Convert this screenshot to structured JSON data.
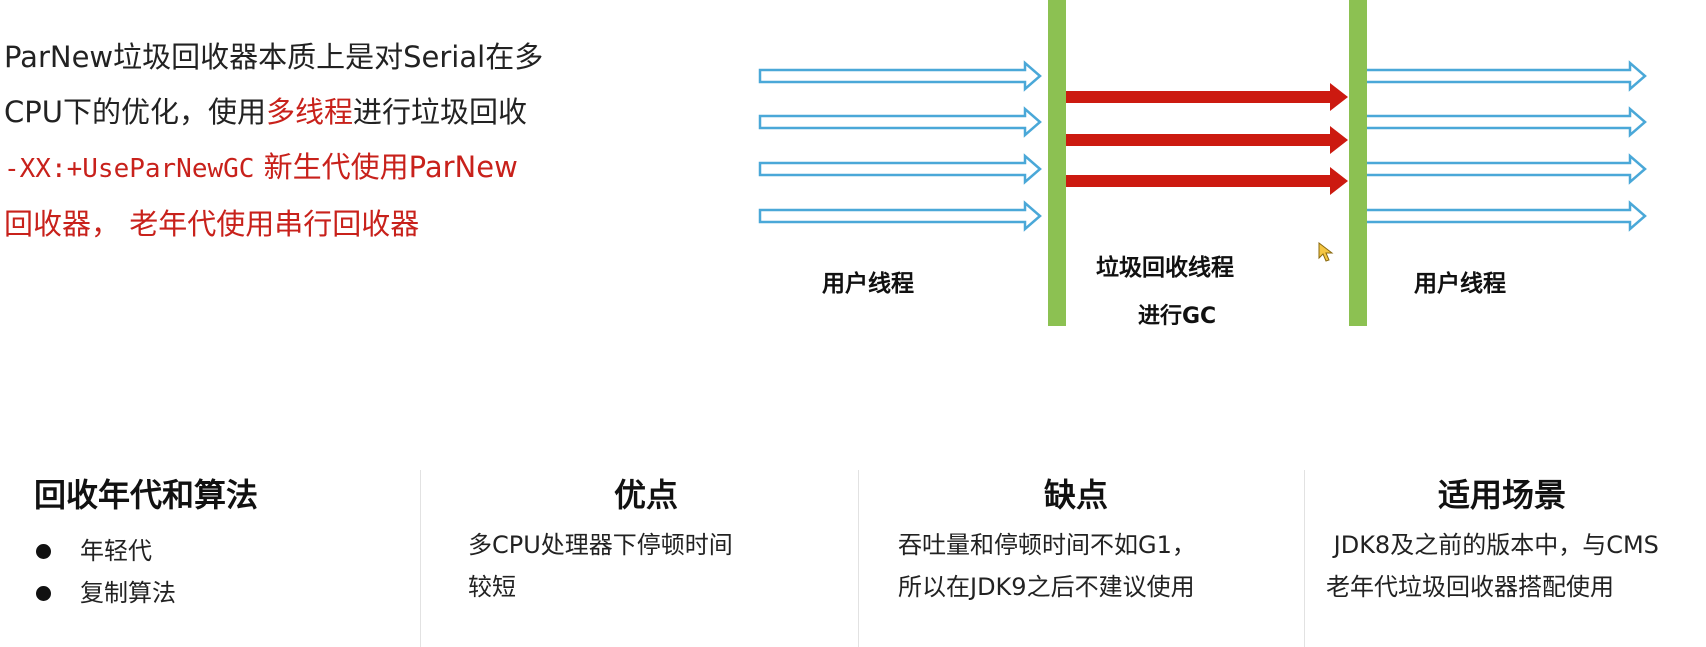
{
  "intro": {
    "line1": "ParNew垃圾回收器本质上是对Serial在多",
    "line2_a": "CPU下的优化，使用",
    "line2_b": "多线程",
    "line2_c": "进行垃圾回收",
    "line3_a": "-XX:+UseParNewGC",
    "line3_b": " 新生代使用ParNew",
    "line4": "回收器，  老年代使用串行回收器"
  },
  "diagram": {
    "user_threads_left": "用户线程",
    "gc_threads_line1": "垃圾回收线程",
    "gc_threads_line2": "进行GC",
    "user_threads_right": "用户线程",
    "colors": {
      "user_arrow": "#4aa8d8",
      "gc_arrow": "#cc1a10",
      "bar": "#8cc152"
    }
  },
  "table": {
    "columns": [
      {
        "title": "回收年代和算法",
        "bullets": [
          "年轻代",
          "复制算法"
        ]
      },
      {
        "title": "优点",
        "lines": [
          "多CPU处理器下停顿时间",
          "较短"
        ]
      },
      {
        "title": "缺点",
        "lines": [
          "吞吐量和停顿时间不如G1，",
          "所以在JDK9之后不建议使用"
        ]
      },
      {
        "title": "适用场景",
        "lines": [
          " JDK8及之前的版本中，与CMS",
          "老年代垃圾回收器搭配使用"
        ]
      }
    ]
  }
}
